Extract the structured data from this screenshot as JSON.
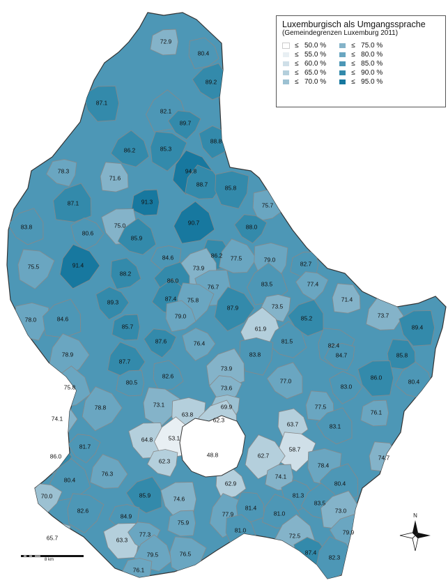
{
  "legend": {
    "title": "Luxemburgisch als Umgangssprache",
    "subtitle": "(Gemeindegrenzen Luxemburg 2011)",
    "symbol": "≤",
    "classes": [
      {
        "label": "50.0 %",
        "color": "#ffffff"
      },
      {
        "label": "55.0 %",
        "color": "#e8eff3"
      },
      {
        "label": "60.0 %",
        "color": "#cfdfe8"
      },
      {
        "label": "65.0 %",
        "color": "#b4cfdc"
      },
      {
        "label": "70.0 %",
        "color": "#9cc1d2"
      },
      {
        "label": "75.0 %",
        "color": "#84b3c9"
      },
      {
        "label": "80.0 %",
        "color": "#6aa6c1"
      },
      {
        "label": "85.0 %",
        "color": "#4d97b6"
      },
      {
        "label": "90.0 %",
        "color": "#338aab"
      },
      {
        "label": "95.0 %",
        "color": "#17789f"
      }
    ]
  },
  "scale": {
    "label": "8 km"
  },
  "compass": {
    "label": "N"
  },
  "communes": [
    {
      "value": "72.9"
    },
    {
      "value": "80.4"
    },
    {
      "value": "89.2"
    },
    {
      "value": "87.1"
    },
    {
      "value": "82.1"
    },
    {
      "value": "89.7"
    },
    {
      "value": "88.8"
    },
    {
      "value": "86.2"
    },
    {
      "value": "85.3"
    },
    {
      "value": "94.8"
    },
    {
      "value": "78.3"
    },
    {
      "value": "71.6"
    },
    {
      "value": "88.7"
    },
    {
      "value": "85.8"
    },
    {
      "value": "87.1"
    },
    {
      "value": "91.3"
    },
    {
      "value": "75.7"
    },
    {
      "value": "83.8"
    },
    {
      "value": "75.0"
    },
    {
      "value": "90.7"
    },
    {
      "value": "88.0"
    },
    {
      "value": "80.6"
    },
    {
      "value": "85.9"
    },
    {
      "value": "75.5"
    },
    {
      "value": "91.4"
    },
    {
      "value": "84.6"
    },
    {
      "value": "86.2"
    },
    {
      "value": "77.5"
    },
    {
      "value": "79.0"
    },
    {
      "value": "73.9"
    },
    {
      "value": "82.7"
    },
    {
      "value": "88.2"
    },
    {
      "value": "86.0"
    },
    {
      "value": "76.7"
    },
    {
      "value": "83.5"
    },
    {
      "value": "77.4"
    },
    {
      "value": "89.3"
    },
    {
      "value": "87.4"
    },
    {
      "value": "75.8"
    },
    {
      "value": "87.9"
    },
    {
      "value": "73.5"
    },
    {
      "value": "71.4"
    },
    {
      "value": "73.7"
    },
    {
      "value": "78.0"
    },
    {
      "value": "84.6"
    },
    {
      "value": "85.7"
    },
    {
      "value": "79.0"
    },
    {
      "value": "85.2"
    },
    {
      "value": "89.4"
    },
    {
      "value": "61.9"
    },
    {
      "value": "87.6"
    },
    {
      "value": "76.4"
    },
    {
      "value": "81.5"
    },
    {
      "value": "82.4"
    },
    {
      "value": "78.9"
    },
    {
      "value": "84.7"
    },
    {
      "value": "85.8"
    },
    {
      "value": "87.7"
    },
    {
      "value": "83.8"
    },
    {
      "value": "73.9"
    },
    {
      "value": "80.5"
    },
    {
      "value": "82.6"
    },
    {
      "value": "77.0"
    },
    {
      "value": "86.0"
    },
    {
      "value": "75.8"
    },
    {
      "value": "73.6"
    },
    {
      "value": "83.0"
    },
    {
      "value": "80.4"
    },
    {
      "value": "73.1"
    },
    {
      "value": "78.8"
    },
    {
      "value": "69.9"
    },
    {
      "value": "77.5"
    },
    {
      "value": "74.1"
    },
    {
      "value": "63.8"
    },
    {
      "value": "62.3"
    },
    {
      "value": "76.1"
    },
    {
      "value": "63.7"
    },
    {
      "value": "83.1"
    },
    {
      "value": "64.8"
    },
    {
      "value": "53.1"
    },
    {
      "value": "81.7"
    },
    {
      "value": "86.0"
    },
    {
      "value": "48.8"
    },
    {
      "value": "58.7"
    },
    {
      "value": "62.7"
    },
    {
      "value": "62.3"
    },
    {
      "value": "74.7"
    },
    {
      "value": "76.3"
    },
    {
      "value": "78.4"
    },
    {
      "value": "80.4"
    },
    {
      "value": "74.1"
    },
    {
      "value": "62.9"
    },
    {
      "value": "85.9"
    },
    {
      "value": "74.6"
    },
    {
      "value": "80.4"
    },
    {
      "value": "70.0"
    },
    {
      "value": "81.3"
    },
    {
      "value": "83.5"
    },
    {
      "value": "82.6"
    },
    {
      "value": "77.9"
    },
    {
      "value": "84.9"
    },
    {
      "value": "81.4"
    },
    {
      "value": "81.0"
    },
    {
      "value": "65.7"
    },
    {
      "value": "73.0"
    },
    {
      "value": "75.9"
    },
    {
      "value": "81.0"
    },
    {
      "value": "79.9"
    },
    {
      "value": "63.3"
    },
    {
      "value": "72.5"
    },
    {
      "value": "77.3"
    },
    {
      "value": "87.4"
    },
    {
      "value": "79.5"
    },
    {
      "value": "76.5"
    },
    {
      "value": "82.3"
    },
    {
      "value": "76.1"
    }
  ]
}
